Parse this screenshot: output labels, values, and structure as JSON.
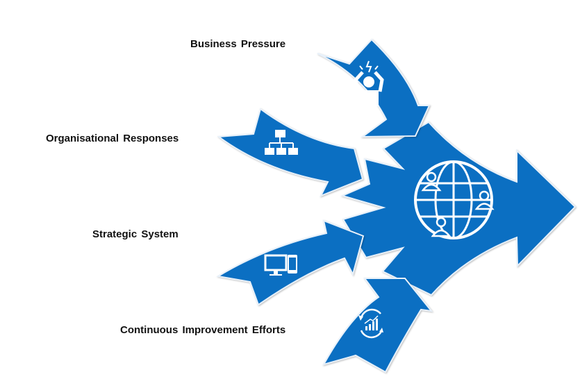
{
  "labels": {
    "business_pressure": "Business Pressure",
    "organisational_responses": "Organisational Responses",
    "strategic_system": "Strategic System",
    "continuous_improvement": "Continuous Improvement Efforts"
  },
  "colors": {
    "arrow": "#0b6fc2",
    "icon": "#ffffff",
    "text": "#111111"
  },
  "icons": [
    "stressed-person-icon",
    "org-chart-icon",
    "devices-icon",
    "growth-cycle-icon",
    "globe-people-icon"
  ]
}
